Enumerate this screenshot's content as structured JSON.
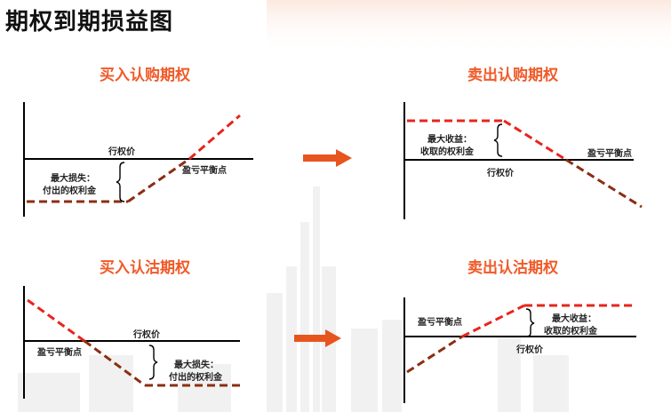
{
  "page": {
    "title": "期权到期损益图"
  },
  "panels": {
    "buy_call": {
      "title": "买入认购期权",
      "strike_label": "行权价",
      "breakeven_label": "盈亏平衡点",
      "max_label_line1": "最大损失：",
      "max_label_line2": "付出的权利金"
    },
    "sell_call": {
      "title": "卖出认购期权",
      "strike_label": "行权价",
      "breakeven_label": "盈亏平衡点",
      "max_label_line1": "最大收益：",
      "max_label_line2": "收取的权利金"
    },
    "buy_put": {
      "title": "买入认沽期权",
      "strike_label": "行权价",
      "breakeven_label": "盈亏平衡点",
      "max_label_line1": "最大损失：",
      "max_label_line2": "付出的权利金"
    },
    "sell_put": {
      "title": "卖出认沽期权",
      "strike_label": "行权价",
      "breakeven_label": "盈亏平衡点",
      "max_label_line1": "最大收益：",
      "max_label_line2": "收取的权利金"
    }
  },
  "colors": {
    "accent": "#f05a28",
    "profit_line": "#e8241c",
    "loss_line": "#8b2e12",
    "arrow": "#e8541e"
  }
}
